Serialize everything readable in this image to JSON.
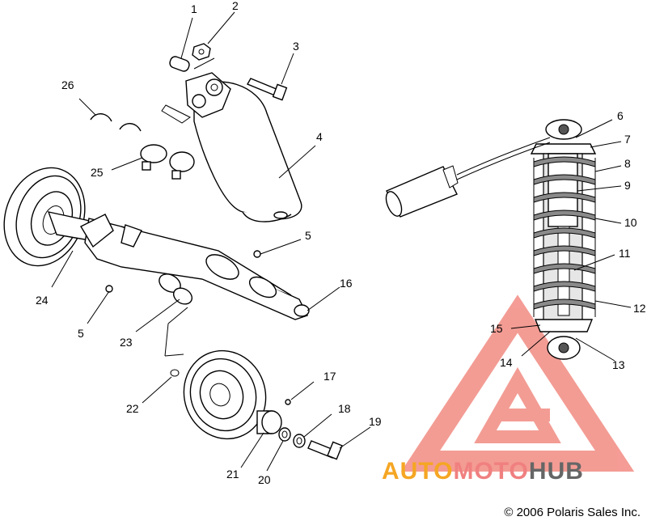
{
  "callouts": [
    {
      "id": "1",
      "text": "1"
    },
    {
      "id": "2",
      "text": "2"
    },
    {
      "id": "3",
      "text": "3"
    },
    {
      "id": "4",
      "text": "4"
    },
    {
      "id": "5a",
      "text": "5"
    },
    {
      "id": "5b",
      "text": "5"
    },
    {
      "id": "6",
      "text": "6"
    },
    {
      "id": "7",
      "text": "7"
    },
    {
      "id": "8",
      "text": "8"
    },
    {
      "id": "9",
      "text": "9"
    },
    {
      "id": "10",
      "text": "10"
    },
    {
      "id": "11",
      "text": "11"
    },
    {
      "id": "12",
      "text": "12"
    },
    {
      "id": "13",
      "text": "13"
    },
    {
      "id": "14",
      "text": "14"
    },
    {
      "id": "15",
      "text": "15"
    },
    {
      "id": "16",
      "text": "16"
    },
    {
      "id": "17",
      "text": "17"
    },
    {
      "id": "18",
      "text": "18"
    },
    {
      "id": "19",
      "text": "19"
    },
    {
      "id": "20",
      "text": "20"
    },
    {
      "id": "21",
      "text": "21"
    },
    {
      "id": "22",
      "text": "22"
    },
    {
      "id": "23",
      "text": "23"
    },
    {
      "id": "24",
      "text": "24"
    },
    {
      "id": "25",
      "text": "25"
    },
    {
      "id": "26",
      "text": "26"
    }
  ],
  "watermark": {
    "part1": "AUTO",
    "part2": "MOTO",
    "part3": "HUB",
    "color_auto": "#f5a623",
    "color_moto": "#f08080",
    "color_hub": "#666666",
    "triangle_color": "#f28b82"
  },
  "copyright": "© 2006 Polaris Sales Inc."
}
